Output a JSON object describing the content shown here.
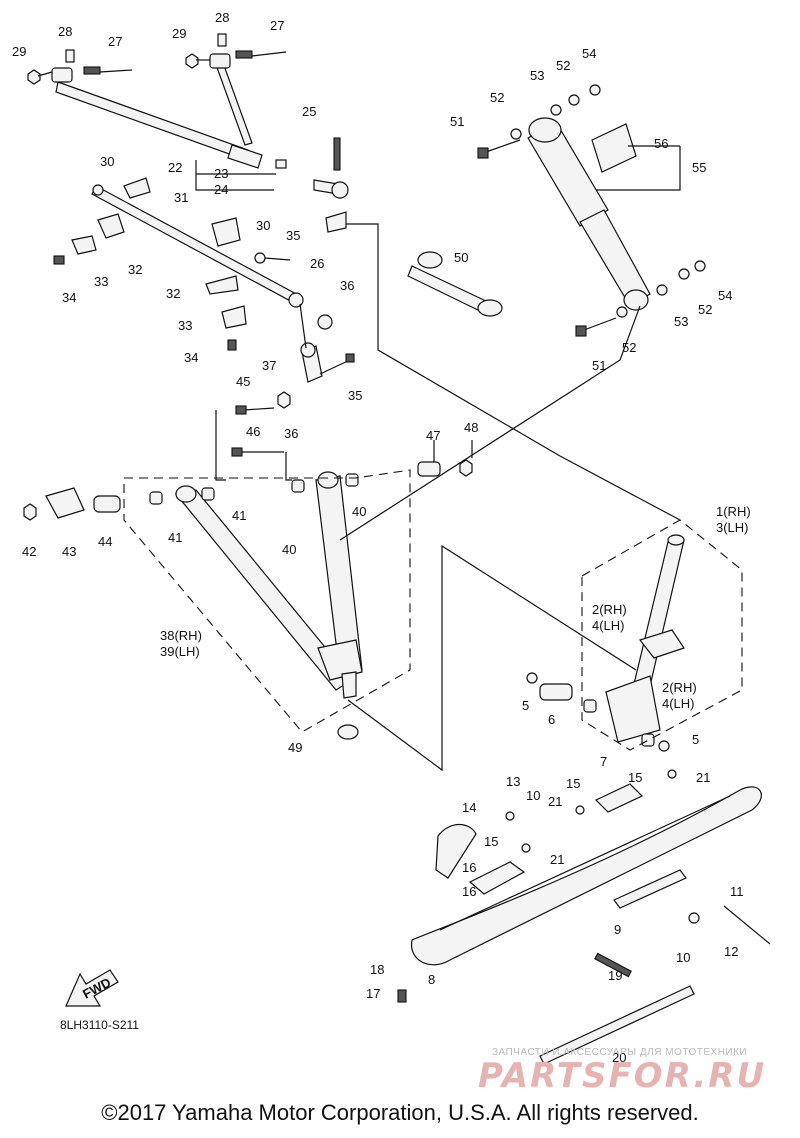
{
  "diagram": {
    "code": "8LH3110-S211",
    "fwd_label": "FWD",
    "copyright": "©2017 Yamaha Motor Corporation, U.S.A. All rights reserved.",
    "watermark_top": "ЗАПЧАСТИ И АКСЕССУАРЫ ДЛЯ МОТОТЕХНИКИ",
    "watermark_logo": "PARTSFOR.RU"
  },
  "callouts": [
    {
      "id": "c29a",
      "text": "29"
    },
    {
      "id": "c28a",
      "text": "28"
    },
    {
      "id": "c27a",
      "text": "27"
    },
    {
      "id": "c29b",
      "text": "29"
    },
    {
      "id": "c28b",
      "text": "28"
    },
    {
      "id": "c27b",
      "text": "27"
    },
    {
      "id": "c25",
      "text": "25"
    },
    {
      "id": "c22",
      "text": "22"
    },
    {
      "id": "c23",
      "text": "23"
    },
    {
      "id": "c24",
      "text": "24"
    },
    {
      "id": "c26",
      "text": "26"
    },
    {
      "id": "c30a",
      "text": "30"
    },
    {
      "id": "c31",
      "text": "31"
    },
    {
      "id": "c30b",
      "text": "30"
    },
    {
      "id": "c35a",
      "text": "35"
    },
    {
      "id": "c32a",
      "text": "32"
    },
    {
      "id": "c33a",
      "text": "33"
    },
    {
      "id": "c34a",
      "text": "34"
    },
    {
      "id": "c32b",
      "text": "32"
    },
    {
      "id": "c33b",
      "text": "33"
    },
    {
      "id": "c34b",
      "text": "34"
    },
    {
      "id": "c36a",
      "text": "36"
    },
    {
      "id": "c37",
      "text": "37"
    },
    {
      "id": "c35b",
      "text": "35"
    },
    {
      "id": "c45",
      "text": "45"
    },
    {
      "id": "c36b",
      "text": "36"
    },
    {
      "id": "c46",
      "text": "46"
    },
    {
      "id": "c47",
      "text": "47"
    },
    {
      "id": "c48",
      "text": "48"
    },
    {
      "id": "c50",
      "text": "50"
    },
    {
      "id": "c51a",
      "text": "51"
    },
    {
      "id": "c52a",
      "text": "52"
    },
    {
      "id": "c53a",
      "text": "53"
    },
    {
      "id": "c52b",
      "text": "52"
    },
    {
      "id": "c54a",
      "text": "54"
    },
    {
      "id": "c56",
      "text": "56"
    },
    {
      "id": "c55",
      "text": "55"
    },
    {
      "id": "c52c",
      "text": "52"
    },
    {
      "id": "c54b",
      "text": "54"
    },
    {
      "id": "c53b",
      "text": "53"
    },
    {
      "id": "c52d",
      "text": "52"
    },
    {
      "id": "c51b",
      "text": "51"
    },
    {
      "id": "c42",
      "text": "42"
    },
    {
      "id": "c43",
      "text": "43"
    },
    {
      "id": "c44",
      "text": "44"
    },
    {
      "id": "c41a",
      "text": "41"
    },
    {
      "id": "c41b",
      "text": "41"
    },
    {
      "id": "c40a",
      "text": "40"
    },
    {
      "id": "c40b",
      "text": "40"
    },
    {
      "id": "c38",
      "text": "38(RH)"
    },
    {
      "id": "c39",
      "text": "39(LH)"
    },
    {
      "id": "c49",
      "text": "49"
    },
    {
      "id": "c1",
      "text": "1(RH)"
    },
    {
      "id": "c3",
      "text": "3(LH)"
    },
    {
      "id": "c2a",
      "text": "2(RH)"
    },
    {
      "id": "c4a",
      "text": "4(LH)"
    },
    {
      "id": "c2b",
      "text": "2(RH)"
    },
    {
      "id": "c4b",
      "text": "4(LH)"
    },
    {
      "id": "c5a",
      "text": "5"
    },
    {
      "id": "c6",
      "text": "6"
    },
    {
      "id": "c5b",
      "text": "5"
    },
    {
      "id": "c7",
      "text": "7"
    },
    {
      "id": "c13",
      "text": "13"
    },
    {
      "id": "c10a",
      "text": "10"
    },
    {
      "id": "c15a",
      "text": "15"
    },
    {
      "id": "c21a",
      "text": "21"
    },
    {
      "id": "c15b",
      "text": "15"
    },
    {
      "id": "c21b",
      "text": "21"
    },
    {
      "id": "c14",
      "text": "14"
    },
    {
      "id": "c15c",
      "text": "15"
    },
    {
      "id": "c21c",
      "text": "21"
    },
    {
      "id": "c16a",
      "text": "16"
    },
    {
      "id": "c16b",
      "text": "16"
    },
    {
      "id": "c9",
      "text": "9"
    },
    {
      "id": "c11",
      "text": "11"
    },
    {
      "id": "c10b",
      "text": "10"
    },
    {
      "id": "c12",
      "text": "12"
    },
    {
      "id": "c18",
      "text": "18"
    },
    {
      "id": "c17",
      "text": "17"
    },
    {
      "id": "c8",
      "text": "8"
    },
    {
      "id": "c19",
      "text": "19"
    },
    {
      "id": "c20",
      "text": "20"
    }
  ]
}
